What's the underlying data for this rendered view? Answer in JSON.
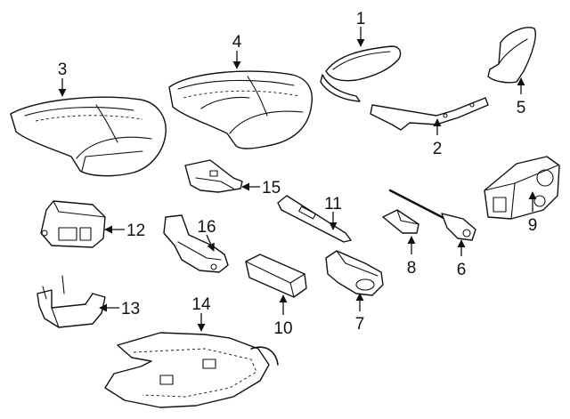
{
  "callouts": [
    {
      "id": "1",
      "label": "1"
    },
    {
      "id": "2",
      "label": "2"
    },
    {
      "id": "3",
      "label": "3"
    },
    {
      "id": "4",
      "label": "4"
    },
    {
      "id": "5",
      "label": "5"
    },
    {
      "id": "6",
      "label": "6"
    },
    {
      "id": "7",
      "label": "7"
    },
    {
      "id": "8",
      "label": "8"
    },
    {
      "id": "9",
      "label": "9"
    },
    {
      "id": "10",
      "label": "10"
    },
    {
      "id": "11",
      "label": "11"
    },
    {
      "id": "12",
      "label": "12"
    },
    {
      "id": "13",
      "label": "13"
    },
    {
      "id": "14",
      "label": "14"
    },
    {
      "id": "15",
      "label": "15"
    },
    {
      "id": "16",
      "label": "16"
    }
  ],
  "colors": {
    "ink": "#111111",
    "background": "#ffffff"
  }
}
